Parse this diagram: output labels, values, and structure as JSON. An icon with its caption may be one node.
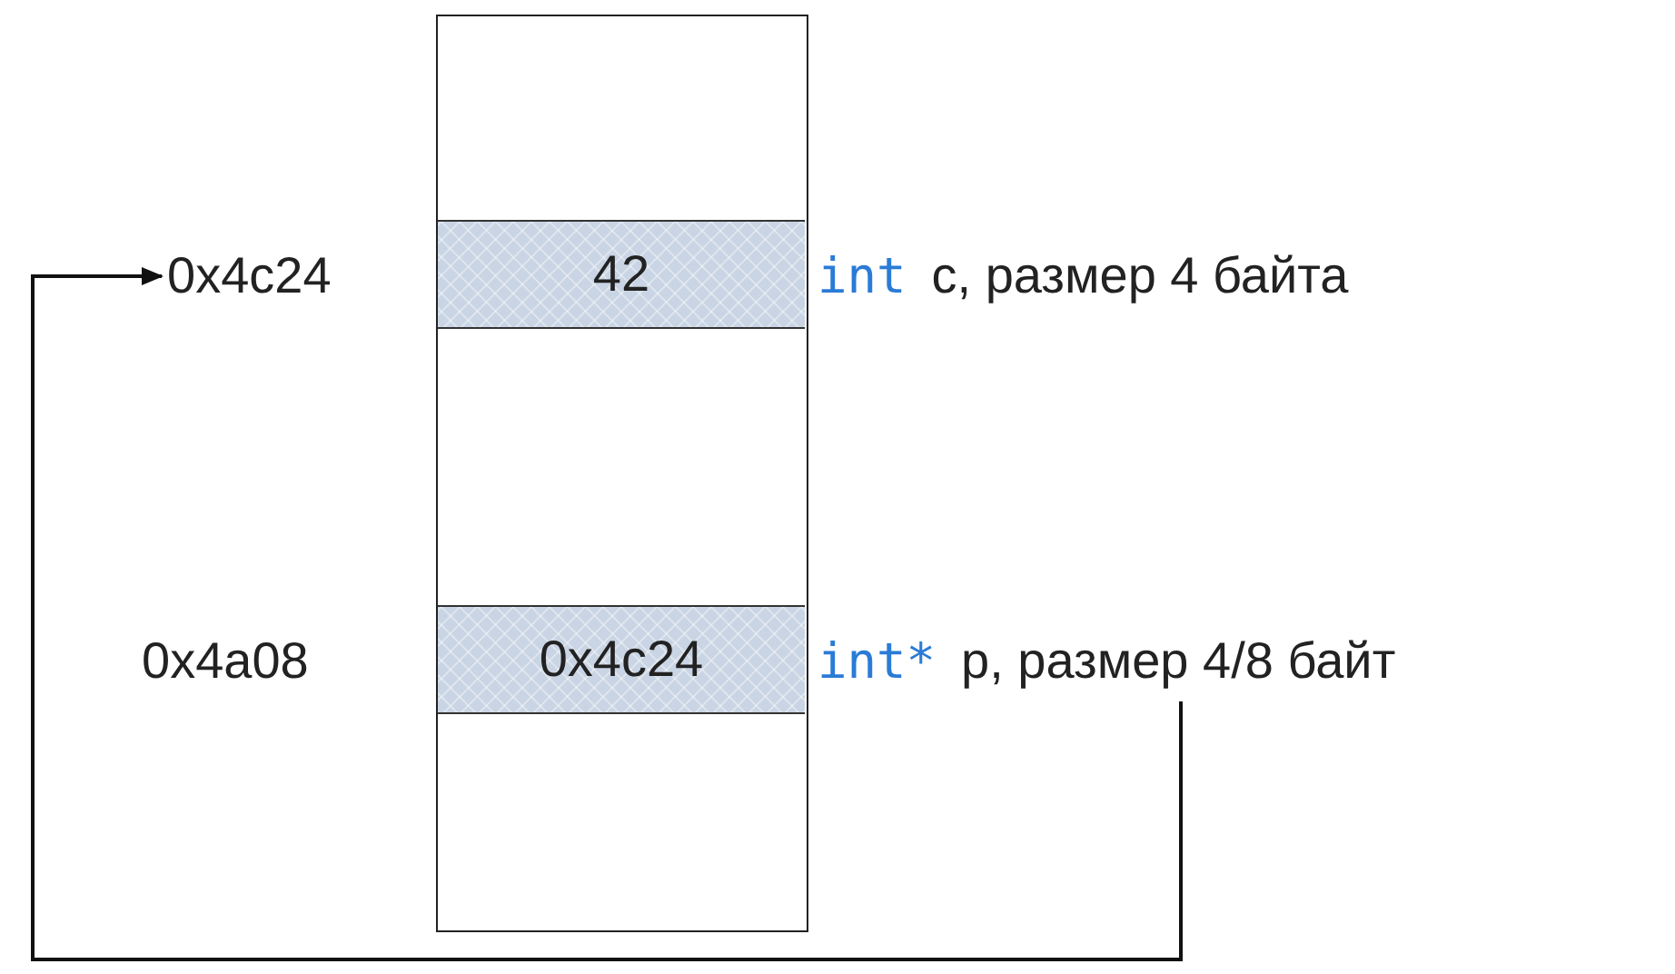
{
  "diagram": {
    "nodes": [
      {
        "text": [],
        "shape": "box"
      },
      {
        "text": [
          "42"
        ],
        "in": 0
      },
      {
        "text": [
          "0x4c24"
        ],
        "in": 0
      },
      {
        "text": [
          "0x4c24"
        ]
      },
      {
        "text": [
          "int",
          "c, размер 4 байта"
        ]
      },
      {
        "text": [
          "int*",
          "p, размер 4/8 байт"
        ]
      }
    ],
    "edges": [
      {
        "from": 5,
        "to": 3,
        "arrow": "to"
      }
    ],
    "labels": [
      "0x4a08"
    ]
  }
}
